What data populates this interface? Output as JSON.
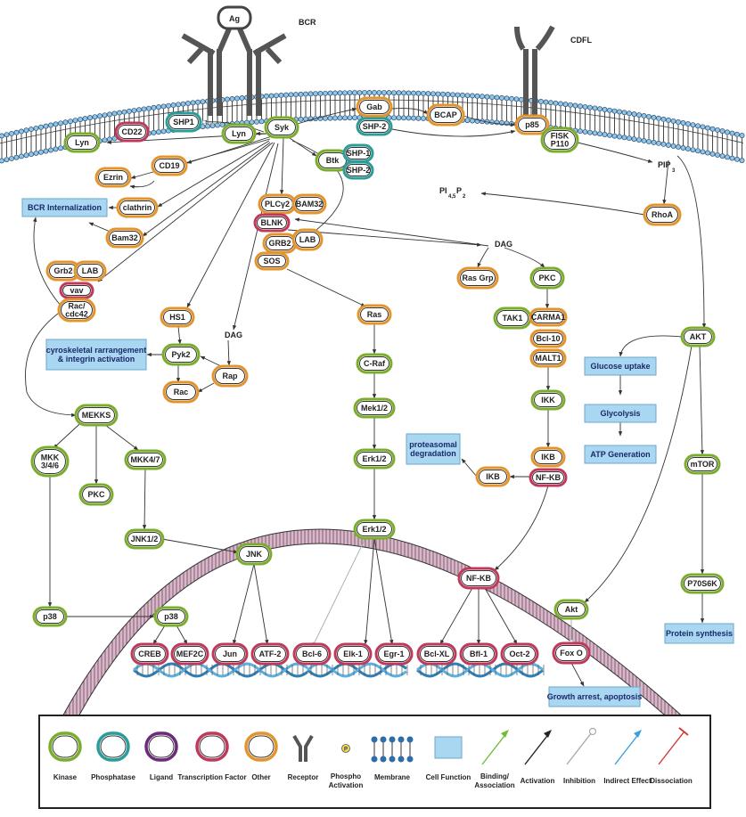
{
  "receptors": {
    "bcr": "BCR",
    "ag": "Ag",
    "cdfl": "CDFL"
  },
  "colors": {
    "kinase": "#7aad2b",
    "phosphatase": "#2a9c9a",
    "ligand": "#6b2a7a",
    "transcription_factor": "#c0395a",
    "other": "#e3942d",
    "box_fill": "#a9d6f0",
    "membrane": "#3a3a3a",
    "nuclear": "#d7b3c6"
  },
  "nodes": {
    "lyn1": "Lyn",
    "cd22": "CD22",
    "shp1a": "SHP1",
    "lyn2": "Lyn",
    "syk": "Syk",
    "gab": "Gab",
    "shp2a": "SHP-2",
    "bcap": "BCAP",
    "p85": "p85",
    "fisk": "FISK\nP110",
    "cd19": "CD19",
    "ezrin": "Ezrin",
    "clathrin": "clathrin",
    "bam32a": "Bam32",
    "btk": "Btk",
    "shp1b": "SHP-1",
    "shp2b": "SHP-2",
    "plcg2": "PLCγ2",
    "bam32b": "BAM32",
    "blnk": "BLNK",
    "grb2a": "GRB2",
    "lab1": "LAB",
    "sos": "SOS",
    "grb2b": "Grb2",
    "lab2": "LAB",
    "vav": "vav",
    "rac_cdc42": "Rac/\ncdc42",
    "hs1": "HS1",
    "pyk2": "Pyk2",
    "rac": "Rac",
    "rap": "Rap",
    "ras": "Ras",
    "craf": "C-Raf",
    "mek12": "Mek1/2",
    "erk12a": "Erk1/2",
    "erk12b": "Erk1/2",
    "rasgrp": "Ras Grp",
    "pkc1": "PKC",
    "tak1": "TAK1",
    "carma1": "CARMA1",
    "bcl10": "Bcl-10",
    "malt1": "MALT1",
    "ikk": "IKK",
    "ikb1": "IKB",
    "nfkb1": "NF-KB",
    "ikb2": "IKB",
    "rhoa": "RhoA",
    "akt1": "AKT",
    "mtor": "mTOR",
    "p70s6k": "P70S6K",
    "mekks": "MEKKS",
    "mkk346": "MKK\n3/4/6",
    "pkc2": "PKC",
    "mkk47": "MKK4/7",
    "jnk12": "JNK1/2",
    "jnk": "JNK",
    "p38a": "p38",
    "p38b": "p38",
    "nfkb2": "NF-KB",
    "creb": "CREB",
    "mef2c": "MEF2C",
    "jun": "Jun",
    "atf2": "ATF-2",
    "bcl6": "Bcl-6",
    "elk1": "Elk-1",
    "egr1": "Egr-1",
    "bclxl": "Bcl-XL",
    "bfl1": "Bfl-1",
    "oct2": "Oct-2",
    "akt2": "Akt",
    "foxo": "Fox O"
  },
  "labels": {
    "pi45p2": "PI",
    "pi45p2_sub": "4,5",
    "pi45p2_p": "P",
    "pi45p2_sub2": "2",
    "pip3": "PIP",
    "pip3_sub": "3",
    "dag1": "DAG",
    "dag2": "DAG"
  },
  "boxes": {
    "bcr_internalization": "BCR Internalization",
    "cytoskeletal": "cyroskeletal rarrangement\n& integrin activation",
    "proteasomal": "proteasomal\ndegradation",
    "glucose_uptake": "Glucose uptake",
    "glycolysis": "Glycolysis",
    "atp_generation": "ATP Generation",
    "protein_synthesis": "Protein synthesis",
    "growth_arrest": "Growth arrest, apoptosis"
  },
  "legend": {
    "kinase": "Kinase",
    "phosphatase": "Phosphatase",
    "ligand": "Ligand",
    "transcription_factor": "Transcription Factor",
    "other": "Other",
    "receptor": "Receptor",
    "phospho": "Phospho\nActivation",
    "phospho_symbol": "P",
    "membrane": "Membrane",
    "cell_function": "Cell Function",
    "binding": "Binding/\nAssociation",
    "activation": "Activation",
    "inhibition": "Inhibition",
    "indirect": "Indirect Effect",
    "dissociation": "Dissociation"
  }
}
